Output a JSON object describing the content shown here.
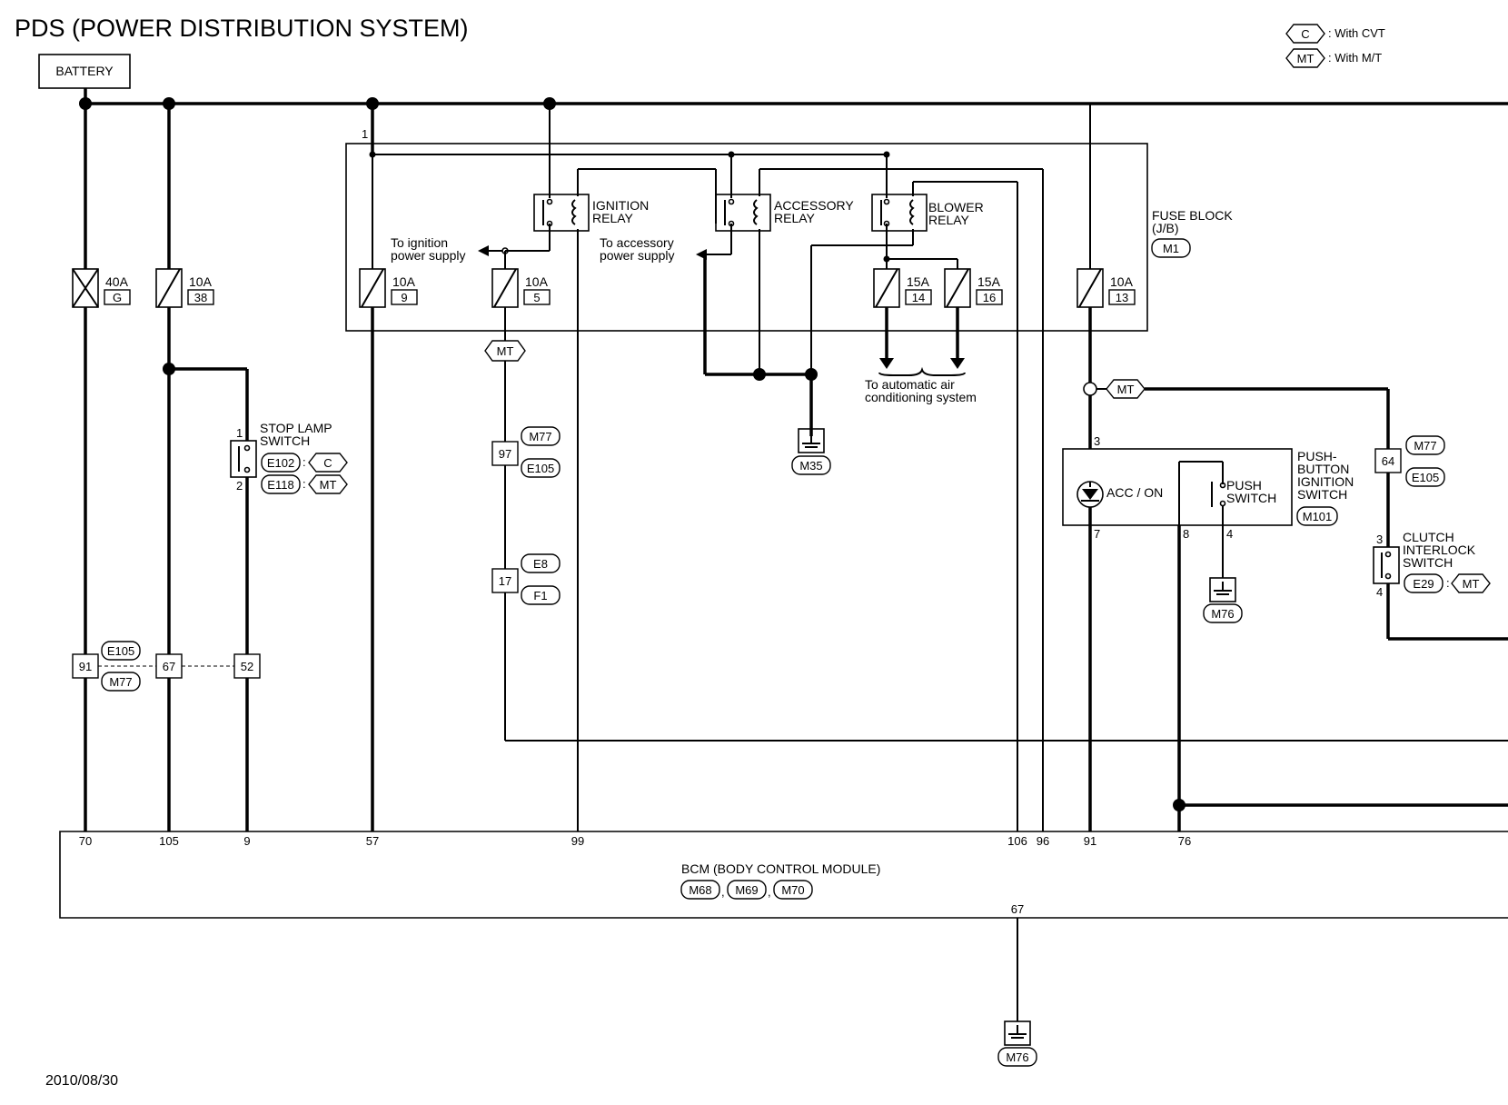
{
  "title": "PDS (POWER DISTRIBUTION SYSTEM)",
  "date": "2010/08/30",
  "legend": [
    {
      "code": "C",
      "text": ": With CVT"
    },
    {
      "code": "MT",
      "text": ": With M/T"
    }
  ],
  "battery": "BATTERY",
  "fuse_block": {
    "line1": "FUSE BLOCK",
    "line2": "(J/B)",
    "connector": "M1"
  },
  "fuses": [
    {
      "rating": "40A",
      "id": "G"
    },
    {
      "rating": "10A",
      "id": "38"
    },
    {
      "rating": "10A",
      "id": "9"
    },
    {
      "rating": "10A",
      "id": "5"
    },
    {
      "rating": "15A",
      "id": "14"
    },
    {
      "rating": "15A",
      "id": "16"
    },
    {
      "rating": "10A",
      "id": "13"
    }
  ],
  "relays": {
    "ignition": [
      "IGNITION",
      "RELAY"
    ],
    "accessory": [
      "ACCESSORY",
      "RELAY"
    ],
    "blower": [
      "BLOWER",
      "RELAY"
    ]
  },
  "notes": {
    "ign_supply": [
      "To ignition",
      "power supply"
    ],
    "acc_supply": [
      "To accessory",
      "power supply"
    ],
    "ac_system": [
      "To automatic air",
      "conditioning system"
    ]
  },
  "fb_pin1": "1",
  "stop_lamp": {
    "lines": [
      "STOP LAMP",
      "SWITCH"
    ],
    "pin_top": "1",
    "pin_bot": "2",
    "conn1": "E102",
    "var1": "C",
    "conn2": "E118",
    "var2": "MT"
  },
  "jc_connectors": {
    "top": "E105",
    "bottom": "M77",
    "pins": [
      "91",
      "67",
      "52"
    ]
  },
  "mt_fuse5": "MT",
  "jc97": {
    "pin": "97",
    "conn_top": "M77",
    "conn_bot": "E105"
  },
  "jc17": {
    "pin": "17",
    "conn_top": "E8",
    "conn_bot": "F1"
  },
  "grounds": {
    "m35": "M35",
    "m76a": "M76",
    "m76b": "M76"
  },
  "push_switch": {
    "name": [
      "PUSH-",
      "BUTTON",
      "IGNITION",
      "SWITCH"
    ],
    "conn": "M101",
    "acc_label": "ACC / ON",
    "push_label": [
      "PUSH",
      "SWITCH"
    ],
    "pin3": "3",
    "pin7": "7",
    "pin8": "8",
    "pin4": "4"
  },
  "mt_right": "MT",
  "jc64": {
    "pin": "64",
    "conn_top": "M77",
    "conn_bot": "E105"
  },
  "clutch": {
    "lines": [
      "CLUTCH",
      "INTERLOCK",
      "SWITCH"
    ],
    "pin_top": "3",
    "pin_bot": "4",
    "conn": "E29",
    "var": "MT"
  },
  "bcm": {
    "name": "BCM (BODY CONTROL MODULE)",
    "conns": [
      "M68",
      "M69",
      "M70"
    ],
    "sep1": ",",
    "sep2": ",",
    "pins": [
      "70",
      "105",
      "9",
      "57",
      "99",
      "106",
      "96",
      "91",
      "76"
    ],
    "ground_pin": "67"
  }
}
